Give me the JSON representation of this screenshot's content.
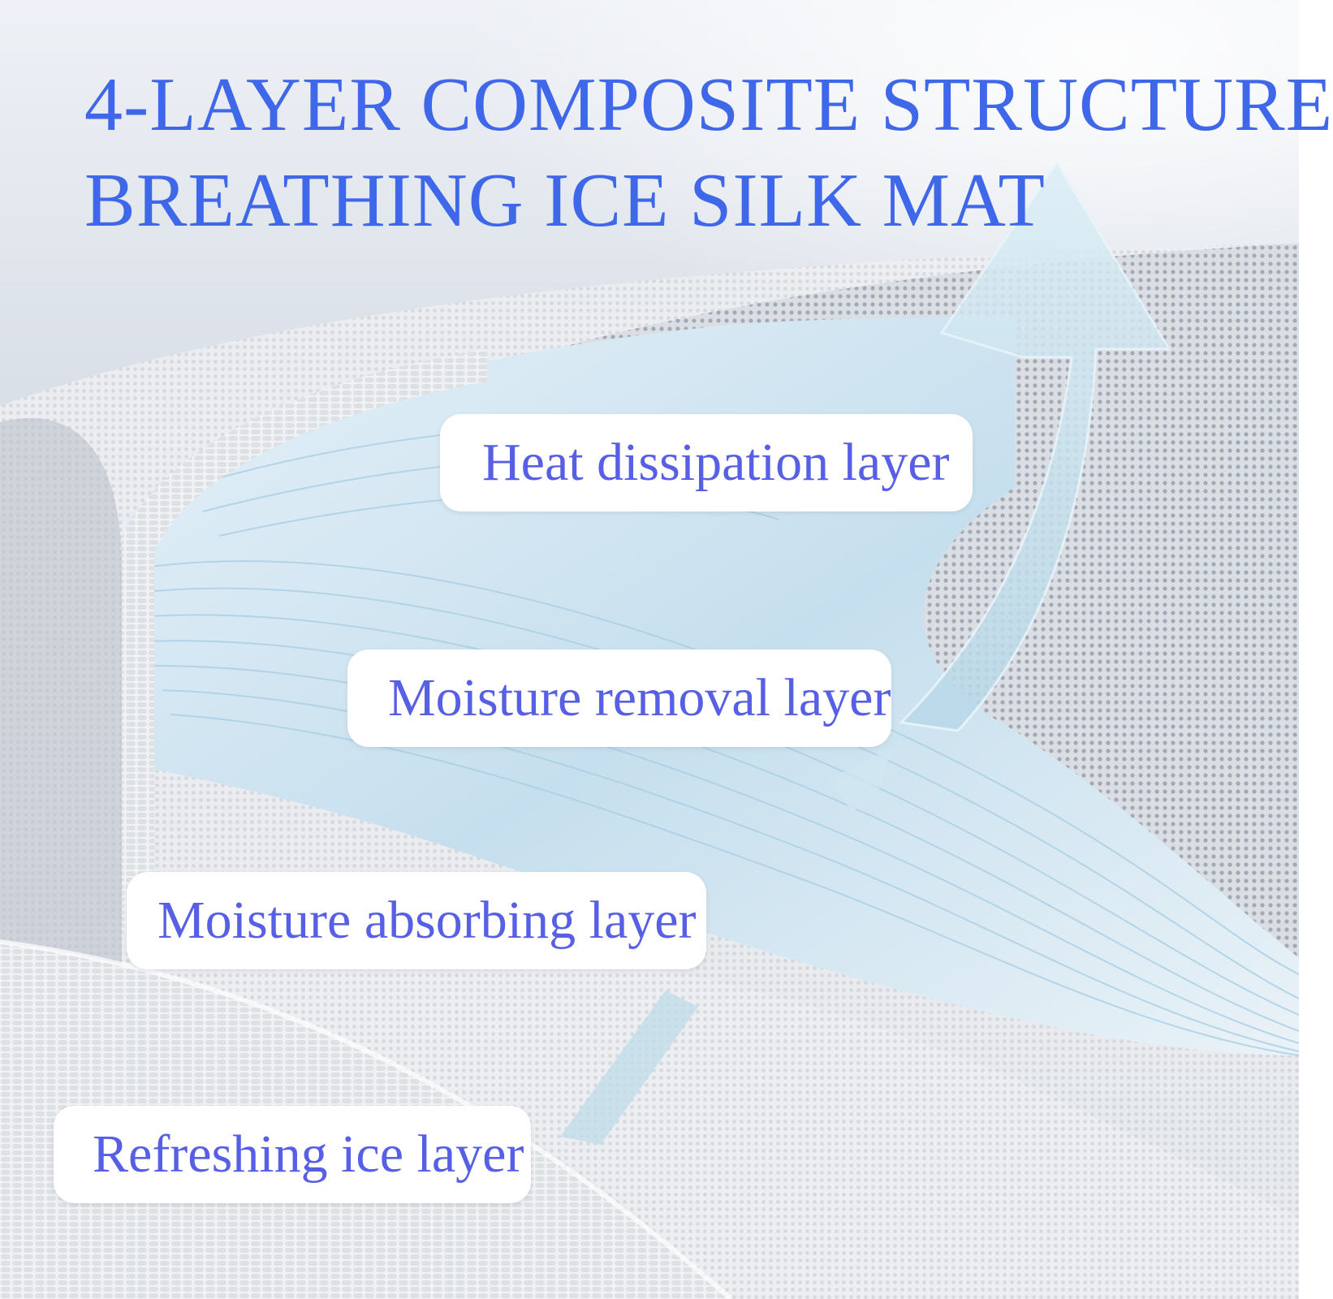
{
  "title": {
    "line1": "4-LAYER COMPOSITE STRUCTURE",
    "line2": "BREATHING ICE SILK MAT"
  },
  "layers": [
    {
      "label": "Heat dissipation layer"
    },
    {
      "label": "Moisture removal layer"
    },
    {
      "label": "Moisture absorbing layer"
    },
    {
      "label": "Refreshing ice layer"
    }
  ],
  "colors": {
    "title": "#3f67ea",
    "label_text": "#5760e4",
    "label_bg": "#ffffff",
    "sky_top": "#eef1f6",
    "sky_bottom": "#9aa8b8",
    "fabric": "#e9ebee",
    "fibers": "#b9d7ea",
    "arrow": "#cfe6f1"
  }
}
